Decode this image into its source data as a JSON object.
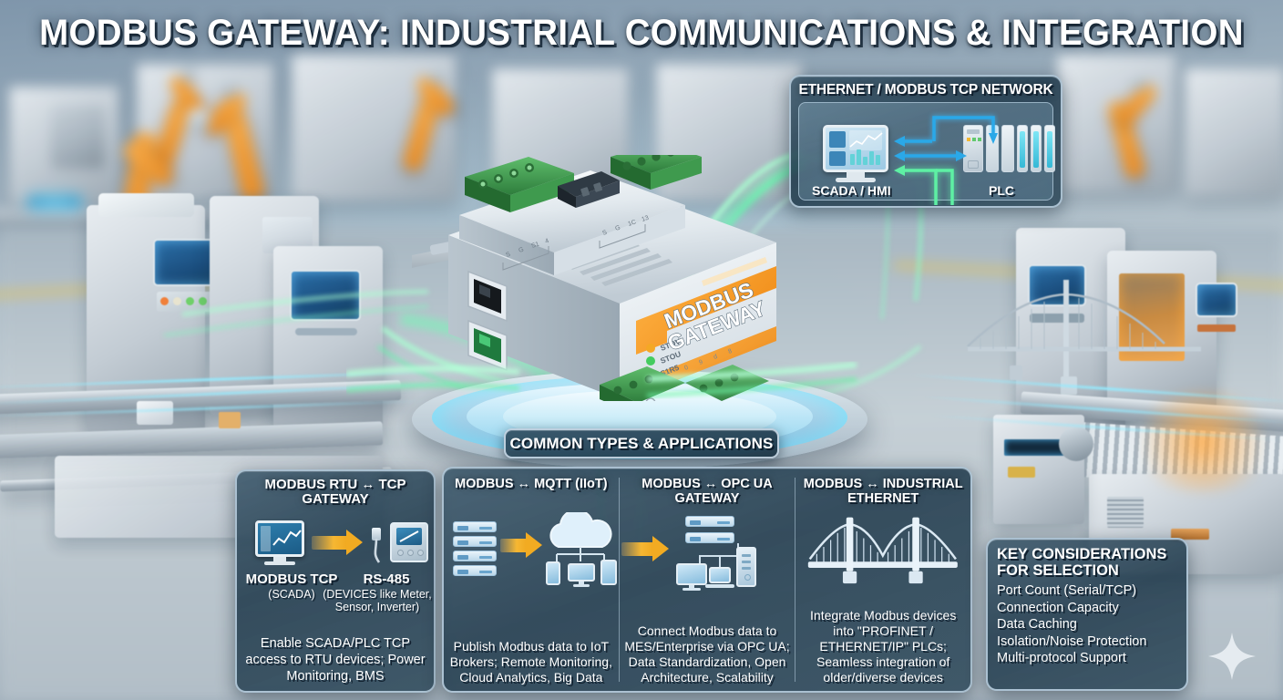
{
  "title": "MODBUS GATEWAY: INDUSTRIAL COMMUNICATIONS & INTEGRATION",
  "network_panel": {
    "title": "ETHERNET / MODBUS TCP NETWORK",
    "left_label": "SCADA / HMI",
    "right_label": "PLC"
  },
  "device": {
    "brand_line1": "MODBUS",
    "brand_line2": "GATEWAY",
    "leds": [
      "STOV",
      "STOU",
      "S1R5",
      "EUO",
      "O7",
      "Q8",
      "C9",
      "EOF"
    ],
    "terminal_labels_left": [
      "S",
      "G",
      "S1",
      "4"
    ],
    "terminal_labels_right": [
      "S",
      "G",
      "1C",
      "13"
    ]
  },
  "badge": "COMMON TYPES & APPLICATIONS",
  "cards": [
    {
      "id": "rtu-tcp",
      "title": "MODBUS RTU ↔ TCP GATEWAY",
      "left_label": "MODBUS TCP",
      "left_sub": "(SCADA)",
      "right_label": "RS-485",
      "right_sub": "(DEVICES like Meter, Sensor, Inverter)",
      "desc": "Enable SCADA/PLC TCP access to RTU devices; Power Monitoring, BMS"
    },
    {
      "id": "mqtt",
      "title": "MODBUS ↔ MQTT (IIoT)",
      "desc": "Publish Modbus data to IoT Brokers; Remote Monitoring, Cloud Analytics, Big Data"
    },
    {
      "id": "opc-ua",
      "title": "MODBUS ↔ OPC UA GATEWAY",
      "desc": "Connect Modbus data to MES/Enterprise via OPC UA; Data Standardization, Open Architecture, Scalability"
    },
    {
      "id": "industrial-ethernet",
      "title": "MODBUS ↔ INDUSTRIAL ETHERNET",
      "desc": "Integrate Modbus devices into \"PROFINET / ETHERNET/IP\" PLCs; Seamless integration of older/diverse devices"
    }
  ],
  "key_considerations": {
    "title_line1": "KEY CONSIDERATIONS",
    "title_line2": "FOR SELECTION",
    "items": [
      "Port Count (Serial/TCP)",
      "Connection Capacity",
      "Data Caching",
      "Isolation/Noise Protection",
      "Multi-protocol Support"
    ]
  },
  "colors": {
    "accent_cyan": "#2aa8e8",
    "accent_green": "#6ef5a8",
    "accent_orange": "#f2ab22",
    "panel_bg": "#2e4c60",
    "panel_border": "#bed4e4",
    "title_text": "#ffffff"
  }
}
